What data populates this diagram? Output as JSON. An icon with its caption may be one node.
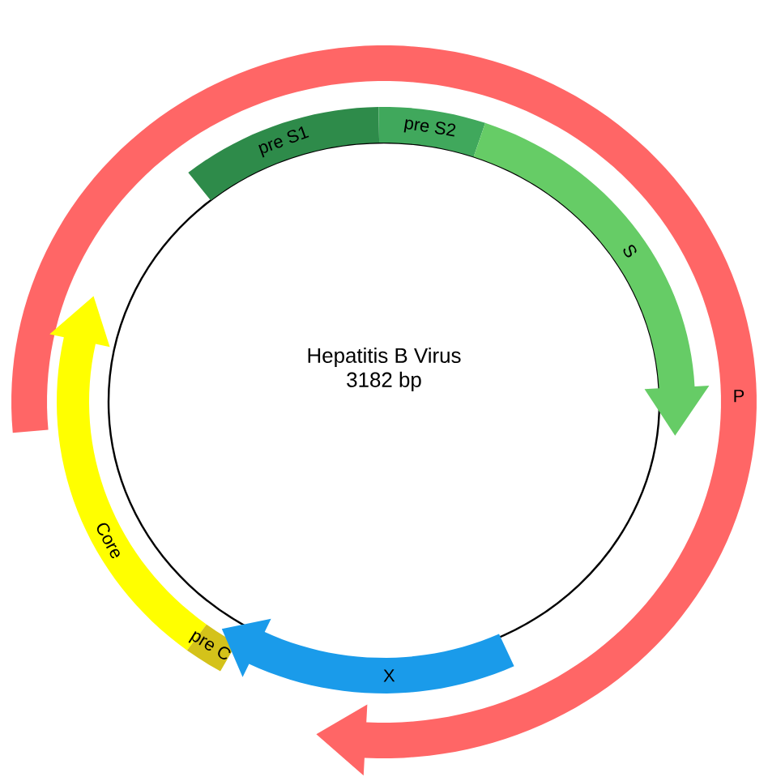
{
  "diagram": {
    "nodes": [
      {
        "text": [
          "Hepatitis B Virus",
          "3182 bp"
        ]
      },
      {
        "text": [
          "pre S1"
        ]
      },
      {
        "text": [
          "pre S2"
        ]
      },
      {
        "text": [
          "S"
        ]
      },
      {
        "text": [
          "P"
        ]
      },
      {
        "text": [
          "Core"
        ]
      },
      {
        "text": [
          "pre C"
        ]
      },
      {
        "text": [
          "X"
        ]
      }
    ]
  }
}
